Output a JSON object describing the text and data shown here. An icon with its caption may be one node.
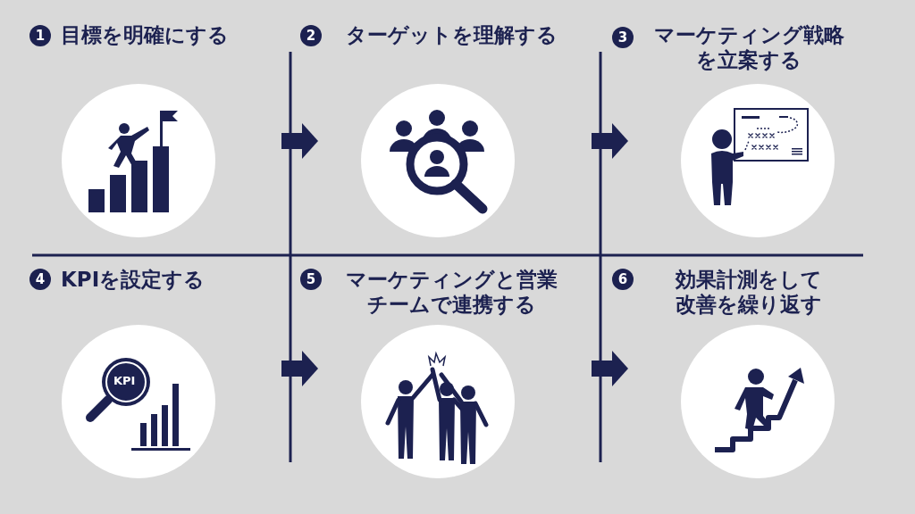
{
  "diagram": {
    "nodes": [
      {
        "text": [
          "1",
          "目標を明確にする"
        ]
      },
      {
        "text": [
          "2",
          "ターゲットを理解する"
        ]
      },
      {
        "text": [
          "3",
          "マーケティング戦略を立案する"
        ]
      },
      {
        "text": [
          "4",
          "KPIを設定する"
        ]
      },
      {
        "text": [
          "5",
          "マーケティングと営業チームで連携する"
        ]
      },
      {
        "text": [
          "6",
          "効果計測をして改善を繰り返す"
        ]
      }
    ],
    "edges": [
      {
        "from": 0,
        "to": 1,
        "arrow": "to"
      },
      {
        "from": 1,
        "to": 2,
        "arrow": "to"
      },
      {
        "from": 3,
        "to": 4,
        "arrow": "to"
      },
      {
        "from": 4,
        "to": 5,
        "arrow": "to"
      }
    ],
    "labels": [
      "KPI"
    ]
  }
}
